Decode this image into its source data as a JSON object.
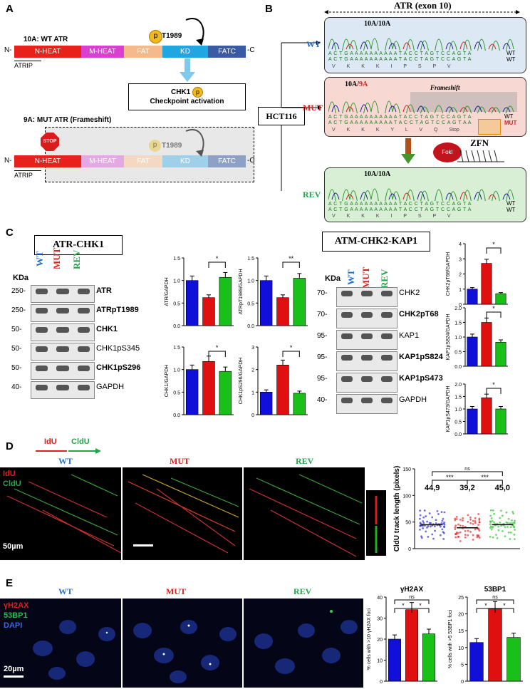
{
  "panelA": {
    "label": "A",
    "wt_title": "10A: WT ATR",
    "mut_title": "9A: MUT ATR (Frameshift)",
    "n_term": "N-",
    "c_term": "-C",
    "domains": [
      "N-HEAT",
      "M-HEAT",
      "FAT",
      "KD",
      "FATC"
    ],
    "atrip": "ATRIP",
    "phospho_p": "p",
    "phospho_site": "T1989",
    "chk1": "CHK1",
    "checkpoint": "Checkpoint activation",
    "stop": "STOP"
  },
  "panelB": {
    "label": "B",
    "exon": "ATR (exon 10)",
    "hct": "HCT116",
    "wt": "WT",
    "mut": "MUT",
    "rev": "REV",
    "repeat_wt": "10A/10A",
    "repeat_mut_a": "10A/",
    "repeat_mut_b": "9A",
    "frameshift": "Frameshift",
    "seq_top": "A C T G A A A A A A A A A A T A C C T A G T C C A G T A",
    "aa_wt": "V K K K I P S P V",
    "aa_mut": "V K K K Y L V Q Stop",
    "seq_mut": "A C T G A A A A A A A A A T A C C T A G T C C A G T A A",
    "stop": "Stop",
    "zfn": "ZFN",
    "foki": "FokI"
  },
  "panelC": {
    "label": "C",
    "left_title": "ATR-CHK1",
    "right_title": "ATM-CHK2-KAP1",
    "lanes": [
      "WT",
      "MUT",
      "REV"
    ],
    "kda": "KDa",
    "left_blots": [
      {
        "mw": "250-",
        "name": "ATR",
        "bold": true
      },
      {
        "mw": "250-",
        "name": "ATRpT1989",
        "bold": true
      },
      {
        "mw": "50-",
        "name": "CHK1",
        "bold": true
      },
      {
        "mw": "50-",
        "name": "CHK1pS345",
        "bold": false
      },
      {
        "mw": "50-",
        "name": "CHK1pS296",
        "bold": true
      },
      {
        "mw": "40-",
        "name": "GAPDH",
        "bold": false
      }
    ],
    "right_blots": [
      {
        "mw": "70-",
        "name": "CHK2",
        "bold": false
      },
      {
        "mw": "70-",
        "name": "CHK2pT68",
        "bold": true
      },
      {
        "mw": "95-",
        "name": "KAP1",
        "bold": false
      },
      {
        "mw": "95-",
        "name": "KAP1pS824",
        "bold": true
      },
      {
        "mw": "95-",
        "name": "KAP1pS473",
        "bold": true
      },
      {
        "mw": "40-",
        "name": "GAPDH",
        "bold": false
      }
    ]
  },
  "chart_data": [
    {
      "type": "bar",
      "ylabel": "ATR/GAPDH",
      "categories": [
        "WT",
        "MUT",
        "REV"
      ],
      "values": [
        1.0,
        0.62,
        1.07
      ],
      "ylim": [
        0,
        1.5
      ],
      "ticks": [
        "0.0",
        "0.5",
        "1.0",
        "1.5"
      ],
      "sig": "*"
    },
    {
      "type": "bar",
      "ylabel": "ATRpT1989/GAPDH",
      "categories": [
        "WT",
        "MUT",
        "REV"
      ],
      "values": [
        1.0,
        0.62,
        1.05
      ],
      "ylim": [
        0,
        1.5
      ],
      "ticks": [
        "0.0",
        "0.5",
        "1.0",
        "1.5"
      ],
      "sig": "**"
    },
    {
      "type": "bar",
      "ylabel": "CHK1/GAPDH",
      "categories": [
        "WT",
        "MUT",
        "REV"
      ],
      "values": [
        1.0,
        1.18,
        0.96
      ],
      "ylim": [
        0,
        1.5
      ],
      "ticks": [
        "0.0",
        "0.5",
        "1.0",
        "1.5"
      ],
      "sig": "*"
    },
    {
      "type": "bar",
      "ylabel": "CHK1pS296/GAPDH",
      "categories": [
        "WT",
        "MUT",
        "REV"
      ],
      "values": [
        1.0,
        2.2,
        0.95
      ],
      "ylim": [
        0,
        3
      ],
      "ticks": [
        "0",
        "1",
        "2",
        "3"
      ],
      "sig": "*"
    },
    {
      "type": "bar",
      "ylabel": "CHK2pT68/GAPDH",
      "categories": [
        "WT",
        "MUT",
        "REV"
      ],
      "values": [
        1.0,
        2.7,
        0.7
      ],
      "ylim": [
        0,
        4
      ],
      "ticks": [
        "0",
        "1",
        "2",
        "3",
        "4"
      ],
      "sig": "*"
    },
    {
      "type": "bar",
      "ylabel": "KAP1pS824/GAPDH",
      "categories": [
        "WT",
        "MUT",
        "REV"
      ],
      "values": [
        1.0,
        1.5,
        0.82
      ],
      "ylim": [
        0,
        2
      ],
      "ticks": [
        "0.0",
        "0.5",
        "1.0",
        "1.5",
        "2.0"
      ],
      "sig": "*"
    },
    {
      "type": "bar",
      "ylabel": "KAP1pS473/GAPDH",
      "categories": [
        "WT",
        "MUT",
        "REV"
      ],
      "values": [
        1.0,
        1.45,
        1.0
      ],
      "ylim": [
        0,
        2
      ],
      "ticks": [
        "0.0",
        "0.5",
        "1.0",
        "1.5",
        "2.0"
      ],
      "sig": "*"
    },
    {
      "type": "scatter",
      "ylabel": "CldU track length (pixels)",
      "categories": [
        "WT",
        "MUT",
        "REV"
      ],
      "values": [
        44.9,
        39.2,
        45.0
      ],
      "value_labels": [
        "44,9",
        "39,2",
        "45,0"
      ],
      "ylim": [
        0,
        150
      ],
      "ticks": [
        "0",
        "50",
        "100",
        "150"
      ],
      "sig": [
        "***",
        "***",
        "ns"
      ]
    },
    {
      "type": "bar",
      "title": "γH2AX",
      "ylabel": "% cells with >10 γH2AX foci",
      "categories": [
        "WT",
        "MUT",
        "REV"
      ],
      "values": [
        20,
        34,
        22.5
      ],
      "ylim": [
        0,
        40
      ],
      "ticks": [
        "0",
        "10",
        "20",
        "30",
        "40"
      ],
      "sig": [
        "*",
        "*",
        "ns"
      ]
    },
    {
      "type": "bar",
      "title": "53BP1",
      "ylabel": "% cells with >5 53BP1 foci",
      "categories": [
        "WT",
        "MUT",
        "REV"
      ],
      "values": [
        11.5,
        21.5,
        13
      ],
      "ylim": [
        0,
        25
      ],
      "ticks": [
        "0",
        "5",
        "10",
        "15",
        "20",
        "25"
      ],
      "sig": [
        "*",
        "*",
        "ns"
      ]
    }
  ],
  "panelD": {
    "label": "D",
    "idu": "IdU",
    "cldu": "CldU",
    "wt": "WT",
    "mut": "MUT",
    "rev": "REV",
    "scale": "50µm"
  },
  "panelE": {
    "label": "E",
    "wt": "WT",
    "mut": "MUT",
    "rev": "REV",
    "stain1": "γH2AX",
    "stain2": "53BP1",
    "stain3": "DAPI",
    "scale": "20µm"
  },
  "colors": {
    "wt": "#1f6fd1",
    "mut": "#e0201b",
    "rev": "#22a64a",
    "bar_wt": "#1010d8",
    "bar_mut": "#e01010",
    "bar_rev": "#18c018"
  }
}
